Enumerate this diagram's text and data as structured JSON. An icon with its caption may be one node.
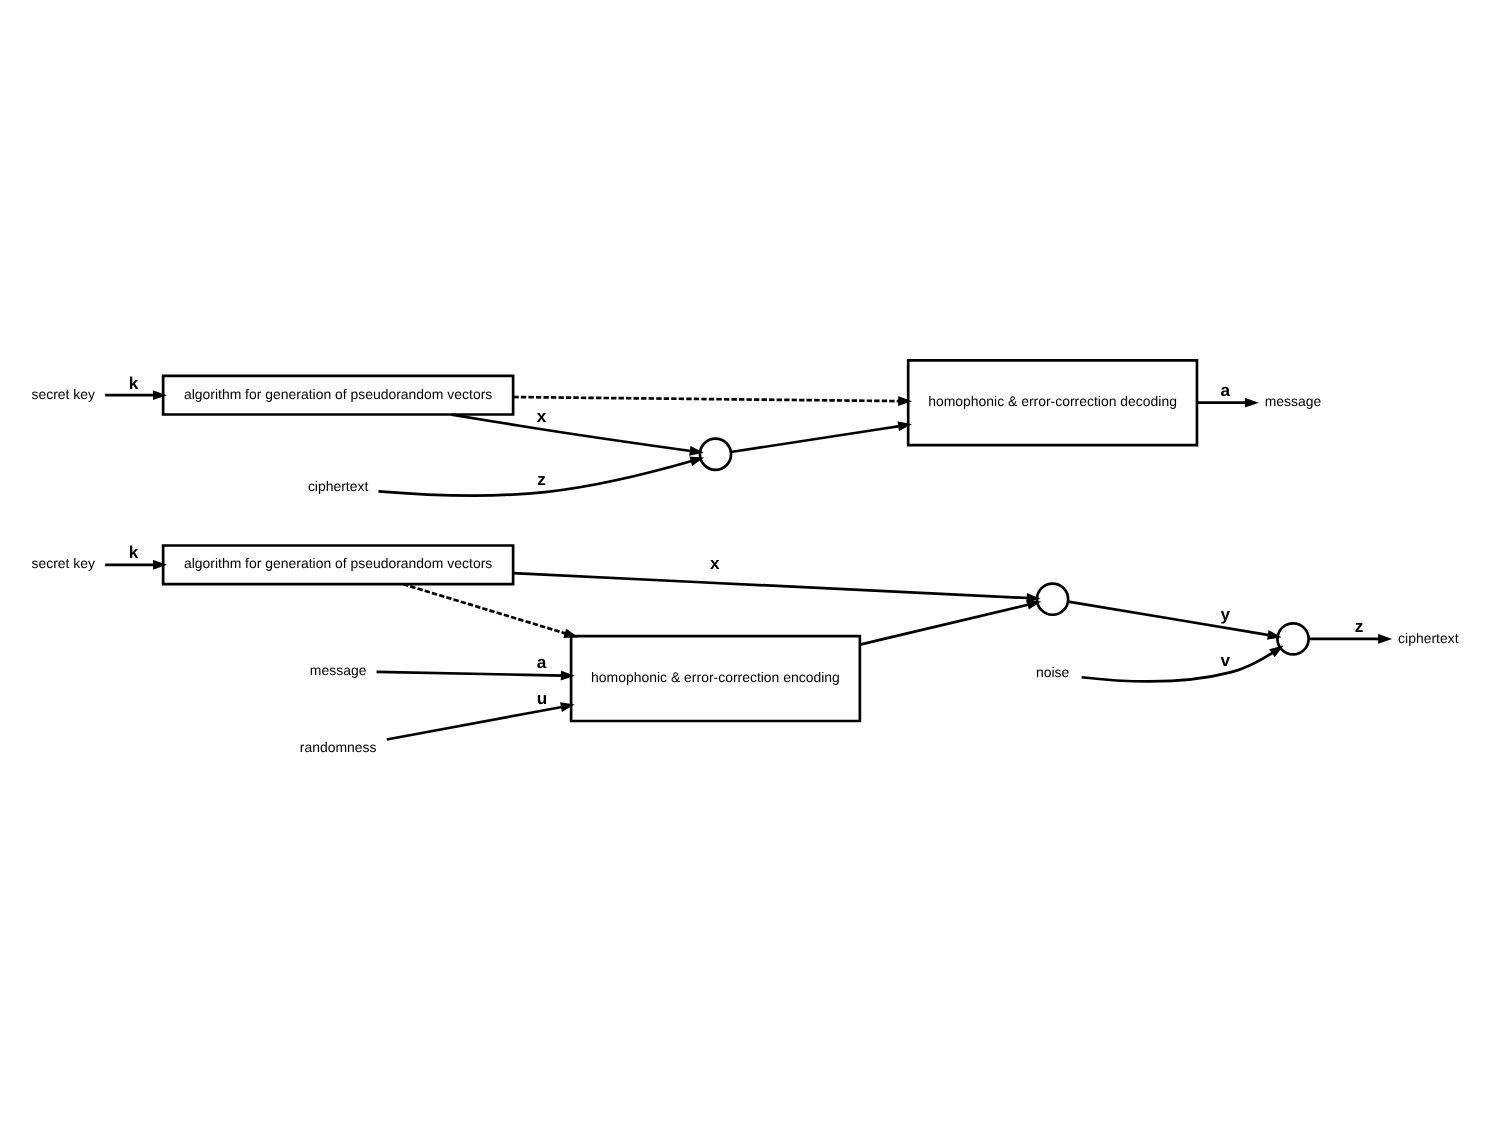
{
  "diagram": {
    "nodes": [
      {
        "text": [
          "secret key"
        ]
      },
      {
        "text": [
          "algorithm for generation of pseudorandom vectors"
        ]
      },
      {
        "text": [
          "message"
        ]
      },
      {
        "text": [
          "homophonic & error-correction encoding"
        ]
      },
      {
        "text": [
          "randomness"
        ]
      },
      {
        "text": [],
        "shape": "circle"
      },
      {
        "text": [
          "noise"
        ]
      },
      {
        "text": [],
        "shape": "circle"
      },
      {
        "text": [
          "ciphertext"
        ]
      },
      {
        "text": [
          "secret key"
        ]
      },
      {
        "text": [
          "algorithm for generation of pseudorandom vectors"
        ]
      },
      {
        "text": [
          "message"
        ]
      },
      {
        "text": [
          "homophonic & error-correction decoding"
        ]
      },
      {
        "text": [],
        "shape": "circle"
      },
      {
        "text": [
          "ciphertext"
        ]
      }
    ],
    "edges": [
      {
        "from": 0,
        "to": 1,
        "arrow": "to",
        "label": "k"
      },
      {
        "from": 1,
        "to": 3,
        "arrow": "to",
        "style": "dashed"
      },
      {
        "from": 2,
        "to": 3,
        "arrow": "to",
        "label": "a"
      },
      {
        "from": 4,
        "to": 3,
        "arrow": "to",
        "label": "u"
      },
      {
        "from": 1,
        "to": 5,
        "arrow": "to",
        "label": "x"
      },
      {
        "from": 3,
        "to": 5,
        "arrow": "to"
      },
      {
        "from": 5,
        "to": 7,
        "arrow": "to",
        "label": "y"
      },
      {
        "from": 6,
        "to": 7,
        "arrow": "to",
        "label": "v"
      },
      {
        "from": 7,
        "to": 8,
        "arrow": "to",
        "label": "z"
      },
      {
        "from": 9,
        "to": 10,
        "arrow": "to",
        "label": "k"
      },
      {
        "from": 10,
        "to": 12,
        "arrow": "to",
        "style": "dashed"
      },
      {
        "from": 10,
        "to": 13,
        "arrow": "to",
        "label": "x"
      },
      {
        "from": 14,
        "to": 13,
        "arrow": "to",
        "label": "z"
      },
      {
        "from": 13,
        "to": 12,
        "arrow": "to"
      },
      {
        "from": 12,
        "to": 11,
        "arrow": "to",
        "label": "a"
      }
    ]
  }
}
